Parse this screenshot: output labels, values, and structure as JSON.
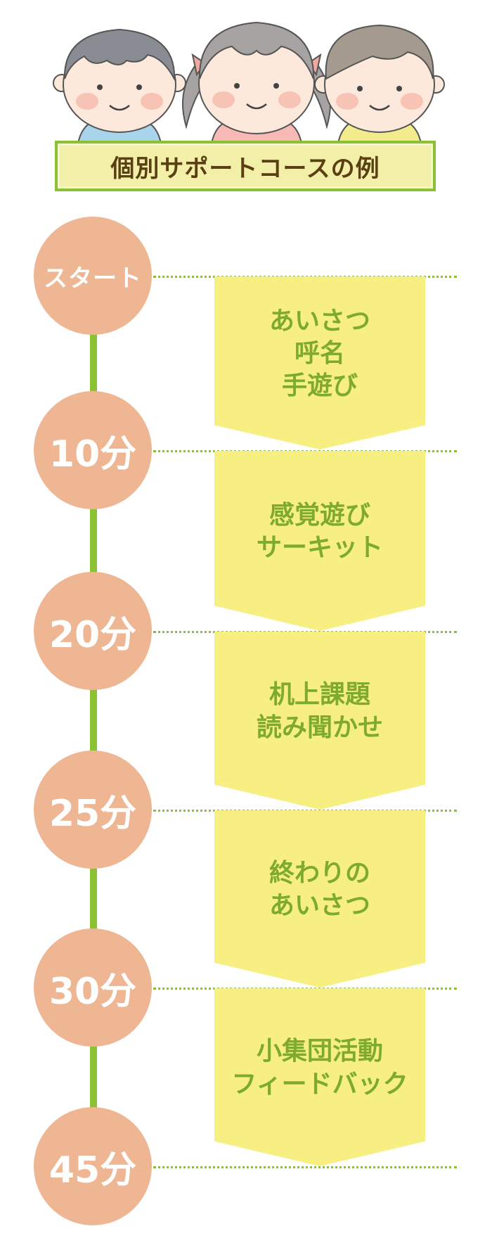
{
  "title": "個別サポートコースの例",
  "timeline": [
    {
      "time": "スタート"
    },
    {
      "time": "10分"
    },
    {
      "time": "20分"
    },
    {
      "time": "25分"
    },
    {
      "time": "30分"
    },
    {
      "time": "45分"
    }
  ],
  "activities": [
    {
      "lines": [
        "あいさつ",
        "呼名",
        "手遊び"
      ]
    },
    {
      "lines": [
        "感覚遊び",
        "サーキット"
      ]
    },
    {
      "lines": [
        "机上課題",
        "読み聞かせ"
      ]
    },
    {
      "lines": [
        "終わりの",
        "あいさつ"
      ]
    },
    {
      "lines": [
        "小集団活動",
        "フィードバック"
      ]
    }
  ],
  "colors": {
    "accent_green": "#8ac233",
    "circle_peach": "#eeb693",
    "arrow_yellow": "#f7ef82",
    "title_bg": "#f2f0a8",
    "title_text": "#5a3f12",
    "activity_text": "#7eaa2e"
  }
}
